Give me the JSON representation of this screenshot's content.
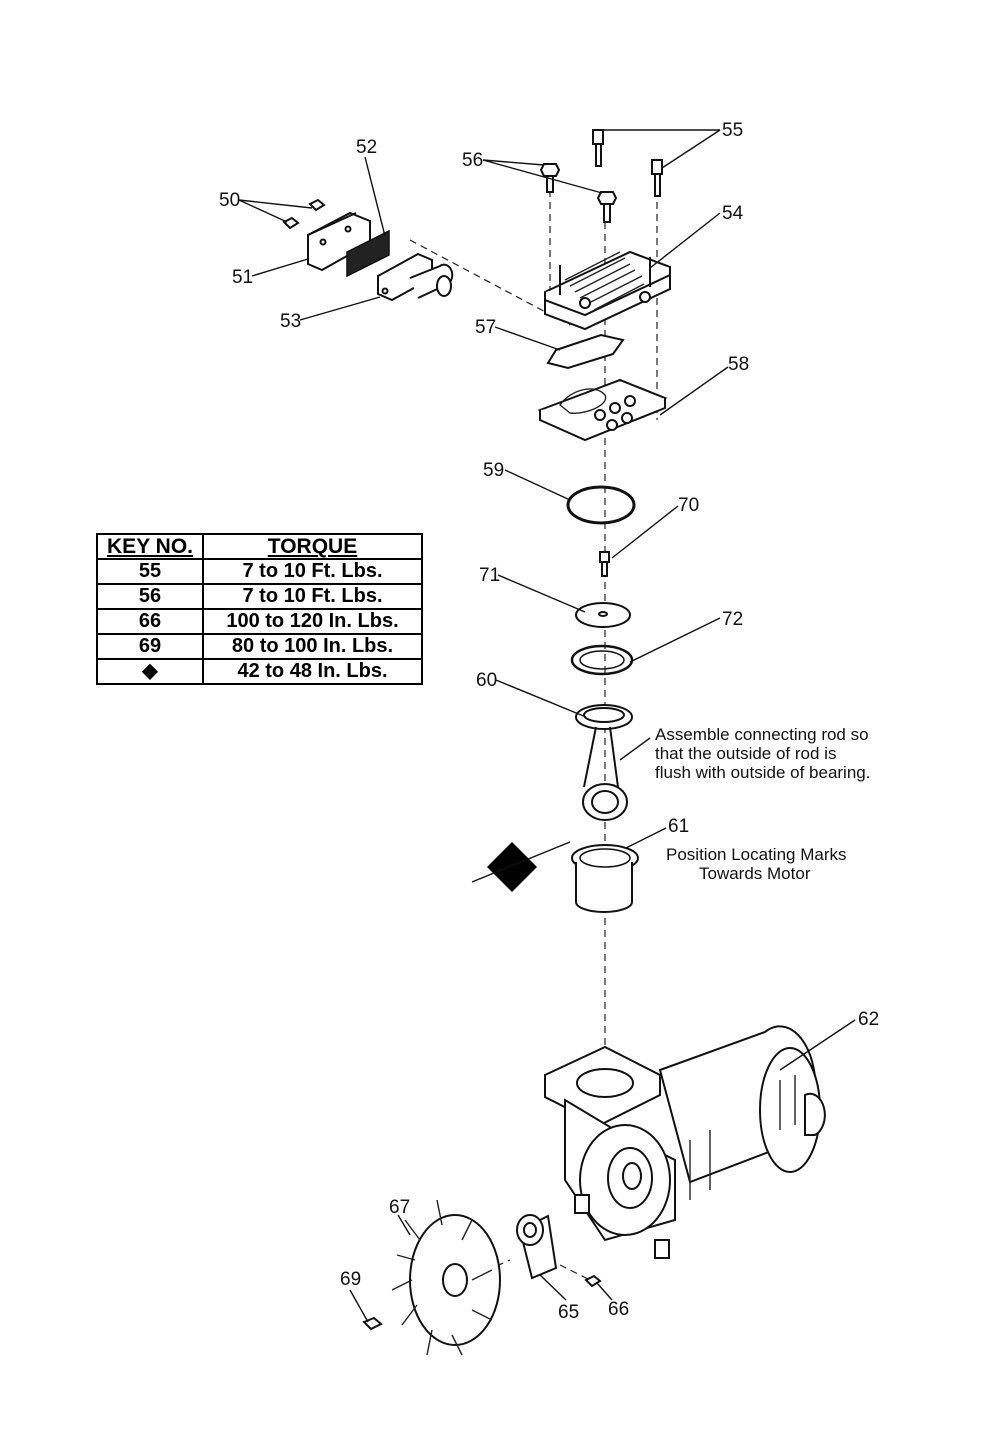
{
  "torque_table": {
    "headers": {
      "key": "KEY NO.",
      "torque": "TORQUE"
    },
    "rows": [
      {
        "key": "55",
        "torque": "7 to 10 Ft. Lbs."
      },
      {
        "key": "56",
        "torque": "7 to 10 Ft. Lbs."
      },
      {
        "key": "66",
        "torque": "100 to 120 In. Lbs."
      },
      {
        "key": "69",
        "torque": "80 to 100 In. Lbs."
      },
      {
        "key": "◆",
        "torque": "42 to 48 In. Lbs."
      }
    ]
  },
  "callouts": {
    "c50": "50",
    "c51": "51",
    "c52": "52",
    "c53": "53",
    "c54": "54",
    "c55": "55",
    "c56": "56",
    "c57": "57",
    "c58": "58",
    "c59": "59",
    "c60": "60",
    "c61": "61",
    "c62": "62",
    "c65": "65",
    "c66": "66",
    "c67": "67",
    "c69": "69",
    "c70": "70",
    "c71": "71",
    "c72": "72"
  },
  "notes": {
    "connecting_rod": [
      "Assemble connecting rod so",
      "that the outside of rod is",
      "flush with outside of bearing."
    ],
    "locating_marks": [
      "Position Locating Marks",
      "Towards Motor"
    ]
  }
}
